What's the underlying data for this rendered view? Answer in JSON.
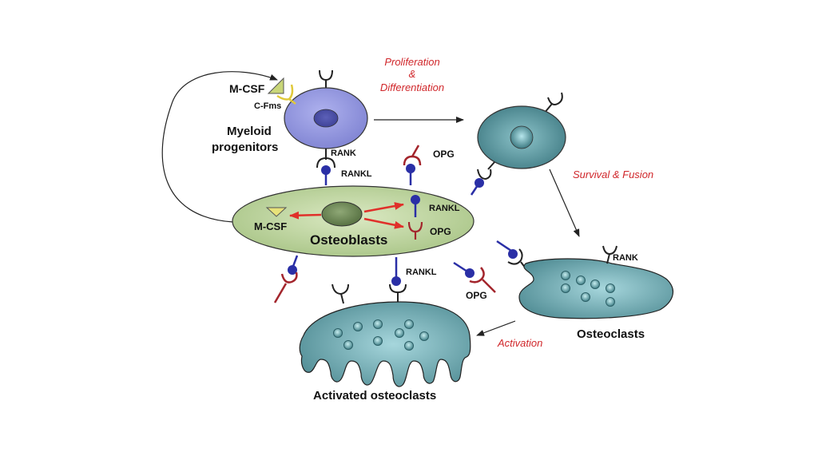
{
  "colors": {
    "myeloid_fill": "#8e91db",
    "myeloid_nucleus": "#4f53a8",
    "osteoblast_fill": "#bcd39c",
    "osteoblast_nucleus": "#6e8a55",
    "osteoclast_fill": "#5f9aa3",
    "rankl_blue": "#2a2fa6",
    "opg_red": "#a3252c",
    "mcsf_yellow": "#e8e27a",
    "process_red": "#d0262a"
  },
  "labels": {
    "mcsf_top": "M-CSF",
    "cfms": "C-Fms",
    "myeloid_line1": "Myeloid",
    "myeloid_line2": "progenitors",
    "rank_top": "RANK",
    "rankl_top": "RANKL",
    "opg_top": "OPG",
    "rankl_inner": "RANKL",
    "opg_inner": "OPG",
    "mcsf_inner": "M-CSF",
    "osteoblasts": "Osteoblasts",
    "rankl_bottom": "RANKL",
    "opg_bottom": "OPG",
    "rank_osteoclast": "RANK",
    "osteoclasts": "Osteoclasts",
    "activated_osteoclasts": "Activated osteoclasts"
  },
  "processes": {
    "proliferation_line1": "Proliferation",
    "proliferation_line2": "&",
    "proliferation_line3": "Differentiation",
    "survival_fusion": "Survival & Fusion",
    "activation": "Activation"
  }
}
